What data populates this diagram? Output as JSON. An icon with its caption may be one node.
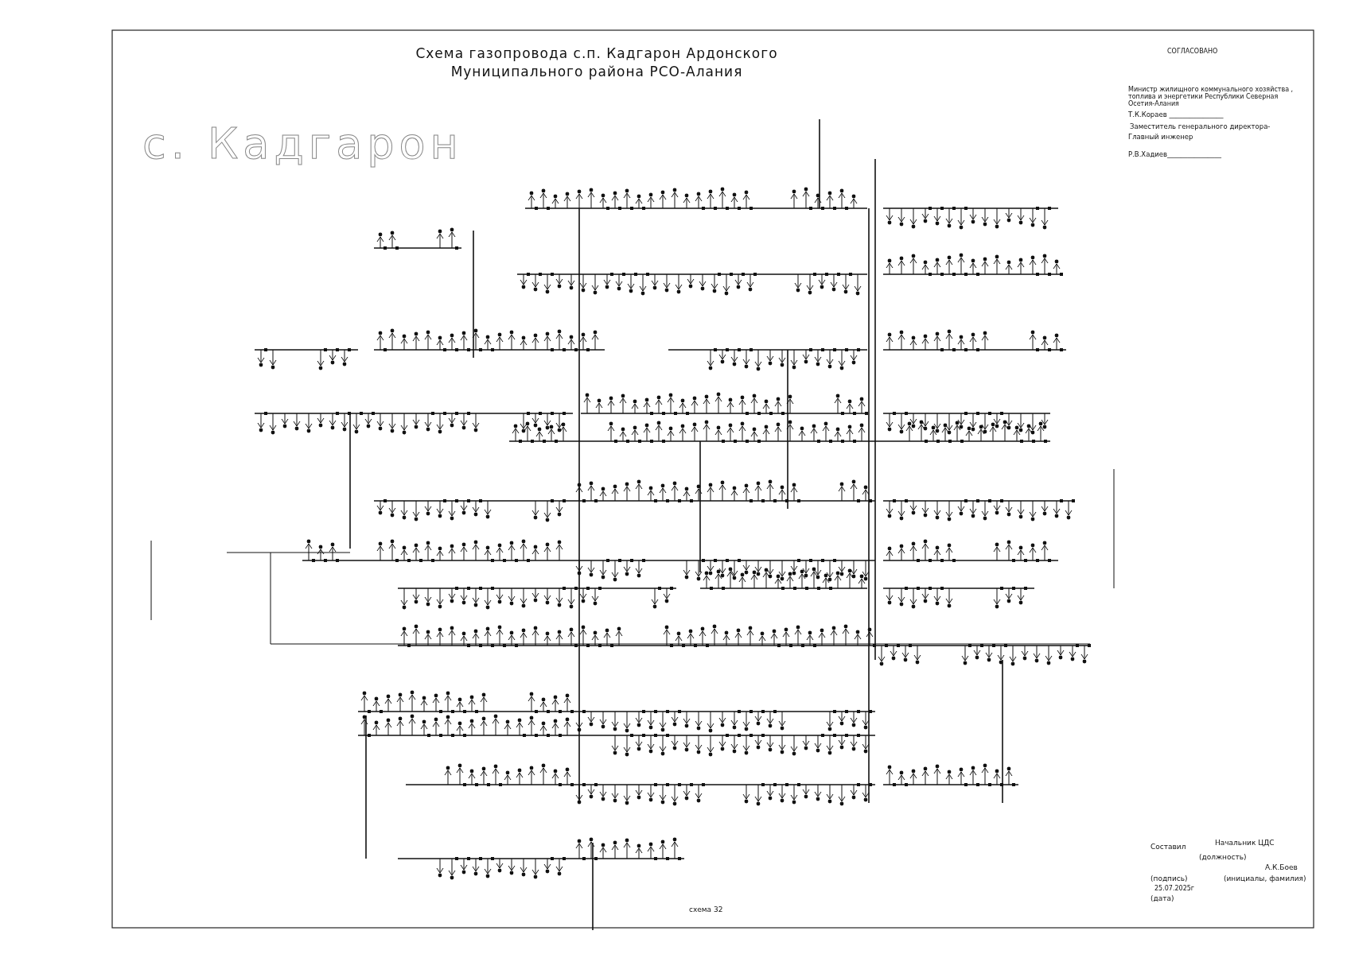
{
  "diagram": {
    "title": "Схема газопровода с.п. Кадгарон Ардонского Муниципального района РСО-Алания",
    "labels": [
      "с. Кадгарон",
      "СОГЛАСОВАНО",
      "Министр жилищного коммунального хозяйства , топлива и энергетики Республики Северная Осетия-Алания",
      "Т.К.Кораев ________________",
      "Заместитель генерального директора-",
      "Главный инженер",
      "Р.В.Хадиев________________",
      "Составил",
      "Начальник ЦДС",
      "(должность)",
      "А.К.Боев",
      "(подпись)",
      "(инициалы, фамилия)",
      "25.07.2025г",
      "(дата)",
      "схема 32"
    ]
  }
}
